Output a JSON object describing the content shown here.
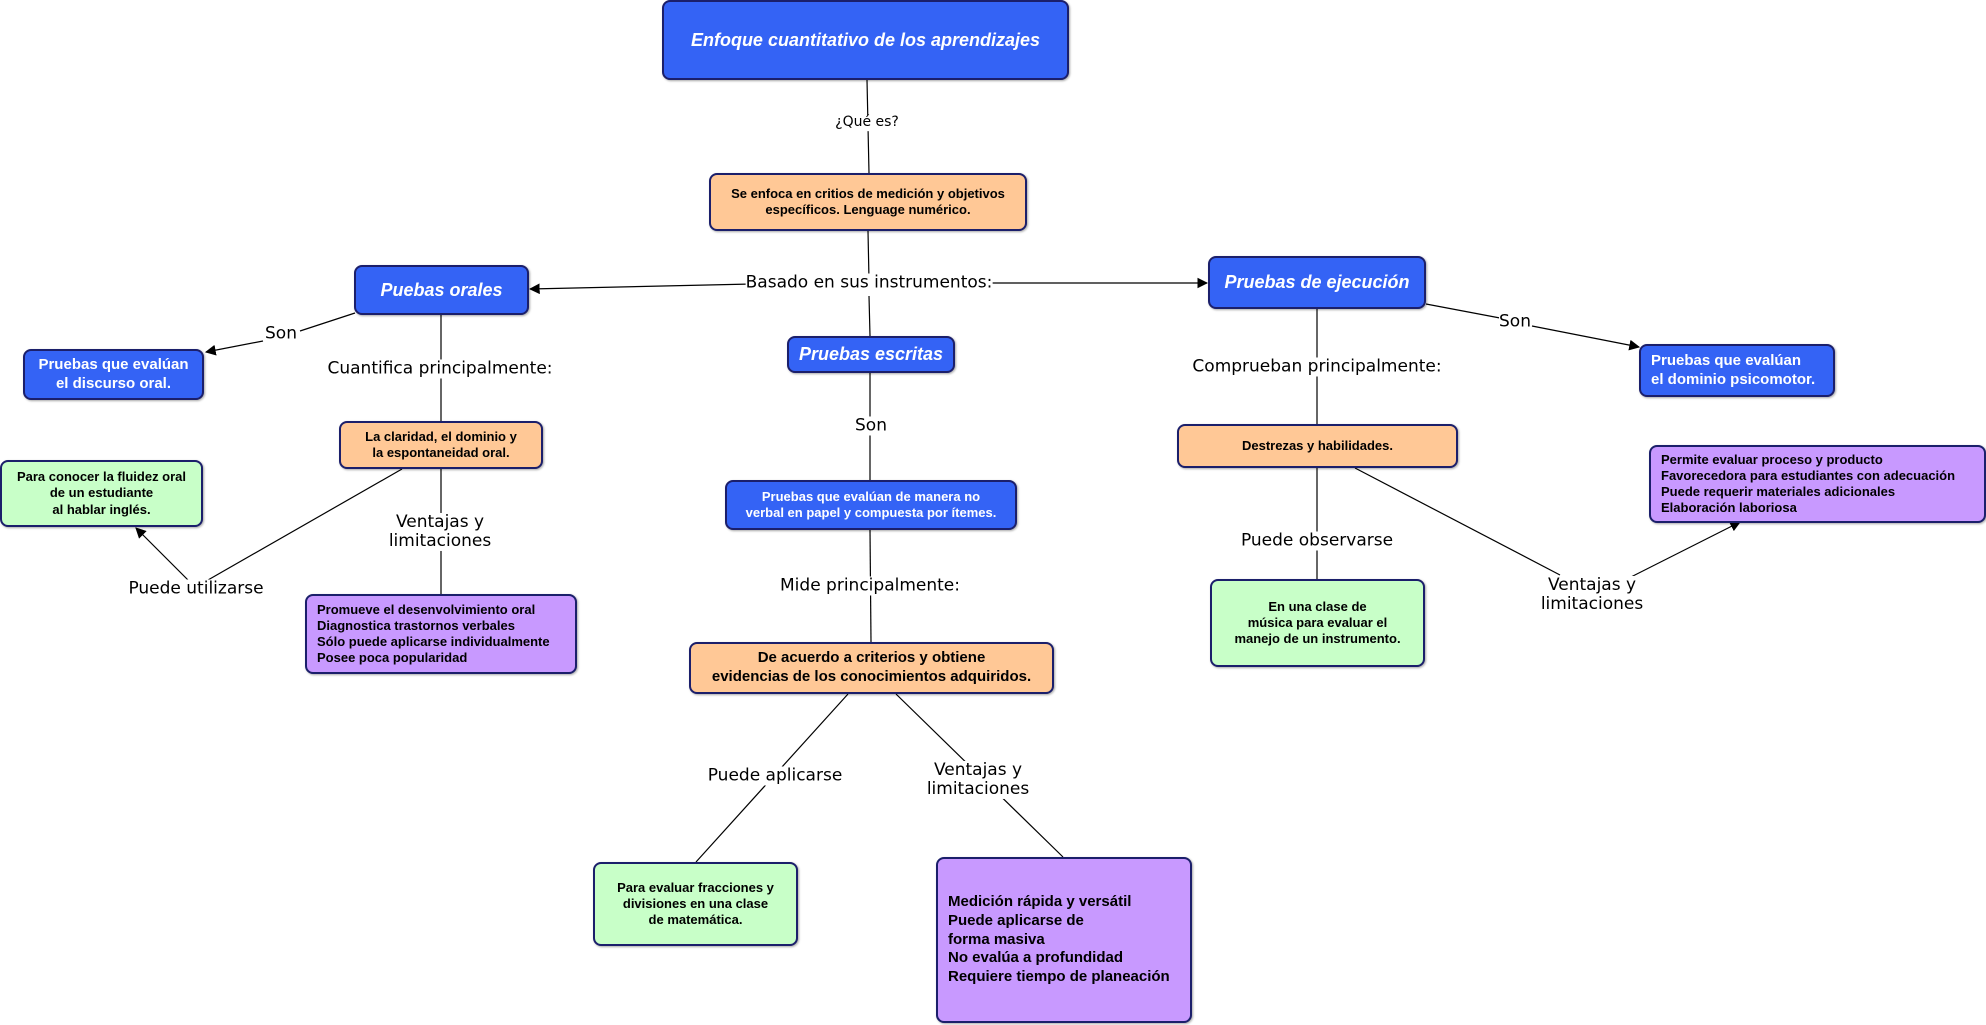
{
  "nodes": {
    "root": {
      "lines": [
        "Enfoque cuantitativo de los aprendizajes"
      ]
    },
    "definicion": {
      "lines": [
        "Se enfoca en critios de medición y objetivos",
        "específicos. Lenguage numérico."
      ]
    },
    "orales": {
      "lines": [
        "Puebas orales"
      ]
    },
    "escritas": {
      "lines": [
        "Pruebas escritas"
      ]
    },
    "ejecucion": {
      "lines": [
        "Pruebas de ejecución"
      ]
    },
    "orales_def": {
      "lines": [
        "Pruebas que evalúan",
        "el discurso oral."
      ]
    },
    "orales_cuantifica": {
      "lines": [
        "La claridad, el dominio y",
        "la espontaneidad oral."
      ]
    },
    "orales_uso": {
      "lines": [
        "Para conocer la fluidez oral",
        "de un estudiante",
        "al hablar inglés."
      ]
    },
    "orales_ventajas": {
      "lines": [
        "Promueve el desenvolvimiento oral",
        "Diagnostica trastornos verbales",
        "Sólo puede aplicarse individualmente",
        "Posee poca popularidad"
      ]
    },
    "escritas_def": {
      "lines": [
        "Pruebas que evalúan de manera no",
        "verbal en papel y compuesta por ítemes."
      ]
    },
    "escritas_mide": {
      "lines": [
        "De acuerdo a criterios y obtiene",
        "evidencias de los conocimientos adquiridos."
      ]
    },
    "escritas_uso": {
      "lines": [
        "Para evaluar fracciones y",
        "divisiones en una clase",
        "de matemática."
      ]
    },
    "escritas_ventajas": {
      "lines": [
        "Medición rápida y versátil",
        "Puede aplicarse de",
        "forma masiva",
        "No evalúa a profundidad",
        "Requiere tiempo de planeación"
      ]
    },
    "ejecucion_def": {
      "lines": [
        "Pruebas que evalúan",
        "el dominio psicomotor."
      ]
    },
    "ejecucion_comprueban": {
      "lines": [
        "Destrezas y habilidades."
      ]
    },
    "ejecucion_uso": {
      "lines": [
        "En una clase de",
        "música para evaluar el",
        "manejo de un instrumento."
      ]
    },
    "ejecucion_ventajas": {
      "lines": [
        "Permite evaluar proceso y producto",
        "Favorecedora para estudiantes con adecuación",
        "Puede requerir materiales adicionales",
        "Elaboración laboriosa"
      ]
    }
  },
  "labels": {
    "que_es": [
      "¿Qué es?"
    ],
    "basado": [
      "Basado en sus instrumentos:"
    ],
    "son_orales": [
      "Son"
    ],
    "cuantifica": [
      "Cuantifica principalmente:"
    ],
    "ventajas_orales": [
      "Ventajas y",
      "limitaciones"
    ],
    "puede_utilizarse": [
      "Puede utilizarse"
    ],
    "son_escritas": [
      "Son"
    ],
    "mide": [
      "Mide principalmente:"
    ],
    "puede_aplicarse": [
      "Puede aplicarse"
    ],
    "ventajas_escritas": [
      "Ventajas y",
      "limitaciones"
    ],
    "comprueban": [
      "Comprueban principalmente:"
    ],
    "son_ejecucion": [
      "Son"
    ],
    "puede_observarse": [
      "Puede observarse"
    ],
    "ventajas_ejecucion": [
      "Ventajas y",
      "limitaciones"
    ]
  },
  "colors": {
    "concept_blue": "#3463f5",
    "orange": "#ffc896",
    "green": "#c8ffc8",
    "purple": "#c899ff",
    "border": "#1b1f6b",
    "line": "#000000"
  }
}
